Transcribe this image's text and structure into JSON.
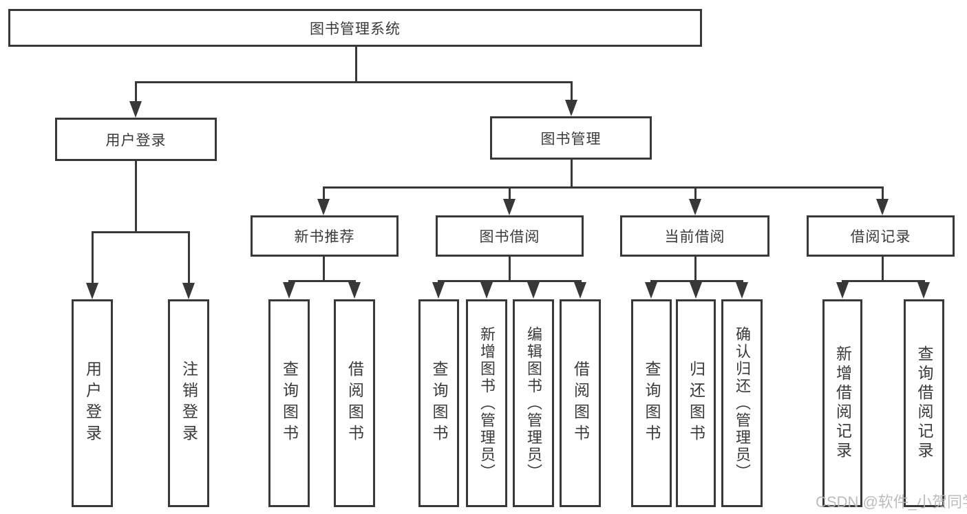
{
  "diagram": {
    "title": "图书管理系统",
    "root": {
      "label": "图书管理系统"
    },
    "branches": [
      {
        "label": "用户登录",
        "leaves": [
          {
            "label": "用户登录"
          },
          {
            "label": "注销登录"
          }
        ]
      },
      {
        "label": "图书管理",
        "children": [
          {
            "label": "新书推荐",
            "leaves": [
              {
                "label": "查询图书"
              },
              {
                "label": "借阅图书"
              }
            ]
          },
          {
            "label": "图书借阅",
            "leaves": [
              {
                "label": "查询图书"
              },
              {
                "label": "新增图书（管理员）"
              },
              {
                "label": "编辑图书（管理员）"
              },
              {
                "label": "借阅图书"
              }
            ]
          },
          {
            "label": "当前借阅",
            "leaves": [
              {
                "label": "查询图书"
              },
              {
                "label": "归还图书"
              },
              {
                "label": "确认归还（管理员）"
              }
            ]
          },
          {
            "label": "借阅记录",
            "leaves": [
              {
                "label": "新增借阅记录"
              },
              {
                "label": "查询借阅记录"
              }
            ]
          }
        ]
      }
    ]
  },
  "watermark": {
    "text": "CSDN @软件_小贺同学",
    "color": "#b5b5b5"
  },
  "colors": {
    "line": "#383838",
    "box_border": "#383838",
    "box_background": "#ffffff",
    "label_text": "#3a3a3a",
    "page_background": "#ffffff"
  }
}
